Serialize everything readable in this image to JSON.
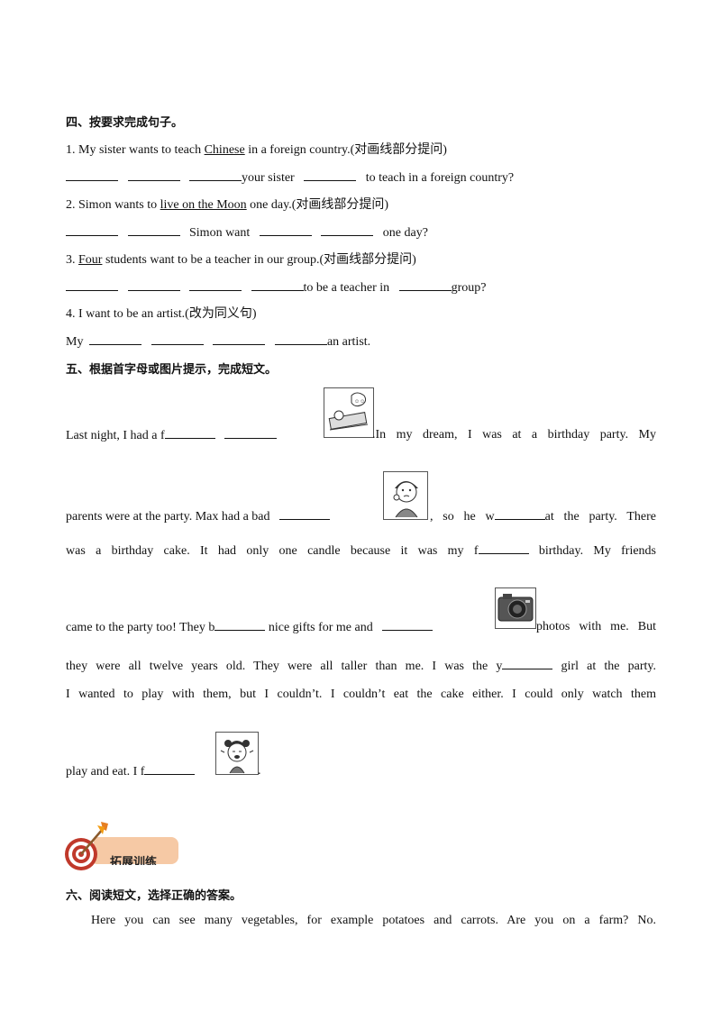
{
  "s4": {
    "heading": "四、按要求完成句子。",
    "q1": {
      "a": "1.  My  sister  wants  to  teach ",
      "u": "Chinese",
      "b": " in  a  foreign  country.(对画线部分提问)"
    },
    "q1_ans": {
      "a": "your  sister",
      "b": "to  teach  in  a  foreign  country?"
    },
    "q2": {
      "a": "2.  Simon  wants  to ",
      "u": "live  on  the  Moon",
      "b": " one  day.(对画线部分提问)"
    },
    "q2_ans": {
      "a": "Simon  want",
      "b": "one  day?"
    },
    "q3": {
      "a": "3. ",
      "u": "Four",
      "b": " students  want  to  be  a  teacher  in  our  group.(对画线部分提问)"
    },
    "q3_ans": {
      "a": "to  be  a  teacher  in",
      "b": "group?"
    },
    "q4": "4.  I  want  to  be  an  artist.(改为同义句)",
    "q4_ans": {
      "a": "My",
      "b": "an  artist."
    }
  },
  "s5": {
    "heading": "五、根据首字母或图片提示，完成短文。",
    "l1": {
      "a": "Last  night,  I  had  a  f",
      "b": ".In  my  dream,  I  was  at  a  birthday  party.  My"
    },
    "l2": {
      "a": "parents  were  at  the  party.  Max  had  a  bad",
      "b": ",  so  he  w",
      "c": "at  the  party.  There"
    },
    "l3": {
      "a": "was  a  birthday  cake.  It  had  only  one  candle  because  it  was  my  f",
      "b": " birthday.  My  friends"
    },
    "l4": {
      "a": "came  to  the  party  too!  They  b",
      "b": " nice  gifts  for  me  and",
      "c": "photos  with  me.  But"
    },
    "l5": {
      "a": "they  were  all  twelve  years  old.  They  were  all  taller  than  me.  I  was  the  y",
      "b": " girl  at  the  party."
    },
    "l6": "I  wanted  to  play  with  them,  but  I  couldn’t.  I  couldn’t  eat  the  cake  either.  I  could  only  watch  them",
    "l7": {
      "a": "play  and  eat.  I  f",
      "b": "."
    },
    "pics": [
      "sleeping-dream-icon",
      "toothache-boy-icon",
      "camera-icon",
      "crying-girl-icon"
    ]
  },
  "badge": {
    "label": "拓展训练",
    "color": "#f6c9a5",
    "target_color": "#c0392b"
  },
  "s6": {
    "heading": "六、阅读短文，选择正确的答案。",
    "p1": "Here  you  can  see  many  vegetables,  for  example  potatoes  and  carrots.  Are  you  on  a  farm?  No."
  }
}
